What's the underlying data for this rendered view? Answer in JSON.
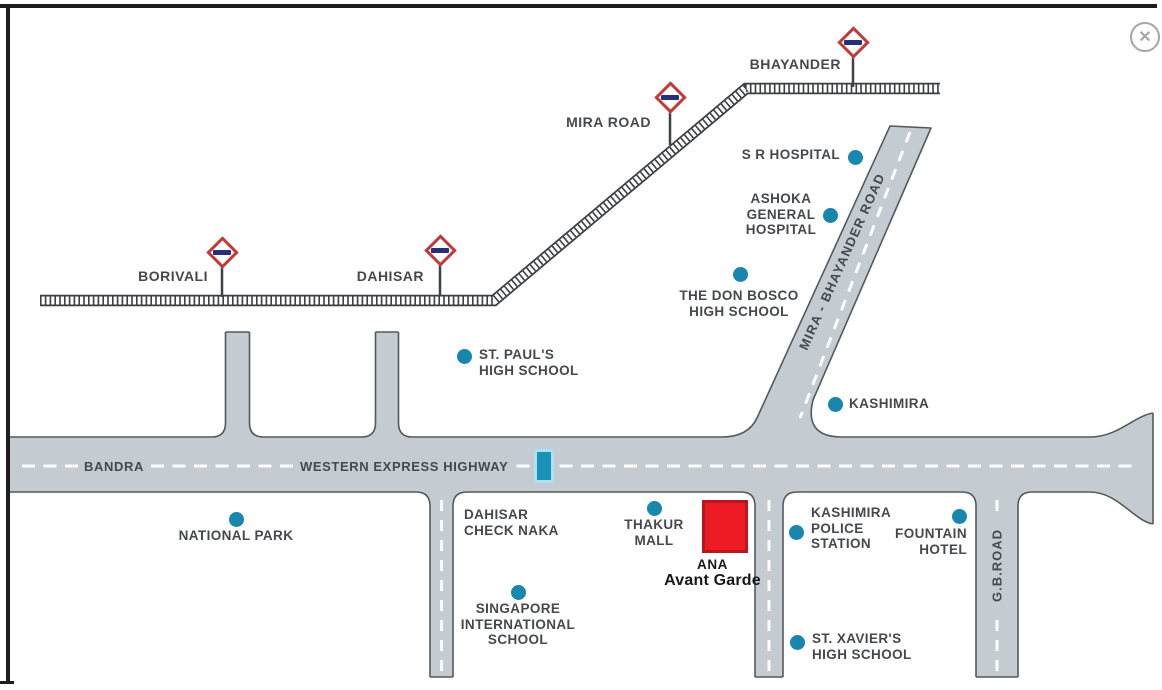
{
  "viewer": {
    "close_icon": "✕"
  },
  "map": {
    "stations": [
      {
        "label": "BORIVALI"
      },
      {
        "label": "DAHISAR"
      },
      {
        "label": "MIRA ROAD"
      },
      {
        "label": "BHAYANDER"
      }
    ],
    "road_labels": {
      "bandra": "BANDRA",
      "western_express_highway": "WESTERN EXPRESS HIGHWAY",
      "mira_bhayander_road": "MIRA - BHAYANDER ROAD",
      "gb_road": "G.B.ROAD"
    },
    "landmarks": [
      {
        "label": "S R HOSPITAL"
      },
      {
        "label": "ASHOKA\nGENERAL\nHOSPITAL"
      },
      {
        "label": "THE DON BOSCO\nHIGH SCHOOL"
      },
      {
        "label": "ST. PAUL'S\nHIGH SCHOOL"
      },
      {
        "label": "KASHIMIRA"
      },
      {
        "label": "NATIONAL PARK"
      },
      {
        "label": "DAHISAR\nCHECK NAKA"
      },
      {
        "label": "THAKUR\nMALL"
      },
      {
        "label": "KASHIMIRA\nPOLICE\nSTATION"
      },
      {
        "label": "FOUNTAIN\nHOTEL"
      },
      {
        "label": "SINGAPORE\nINTERNATIONAL\nSCHOOL"
      },
      {
        "label": "ST. XAVIER'S\nHIGH SCHOOL"
      }
    ],
    "project": {
      "name": "ANA",
      "subtitle": "Avant Garde"
    },
    "colors": {
      "road_fill": "#c5ccd1",
      "road_edge": "#54595d",
      "railway": "#3b3f42",
      "landmark_dot": "#1787ae",
      "station_sign_red": "#c23a35",
      "station_sign_navy": "#272f7d",
      "project_red": "#ed1c24",
      "toll_teal": "#1b93b8",
      "text": "#45494d"
    }
  }
}
